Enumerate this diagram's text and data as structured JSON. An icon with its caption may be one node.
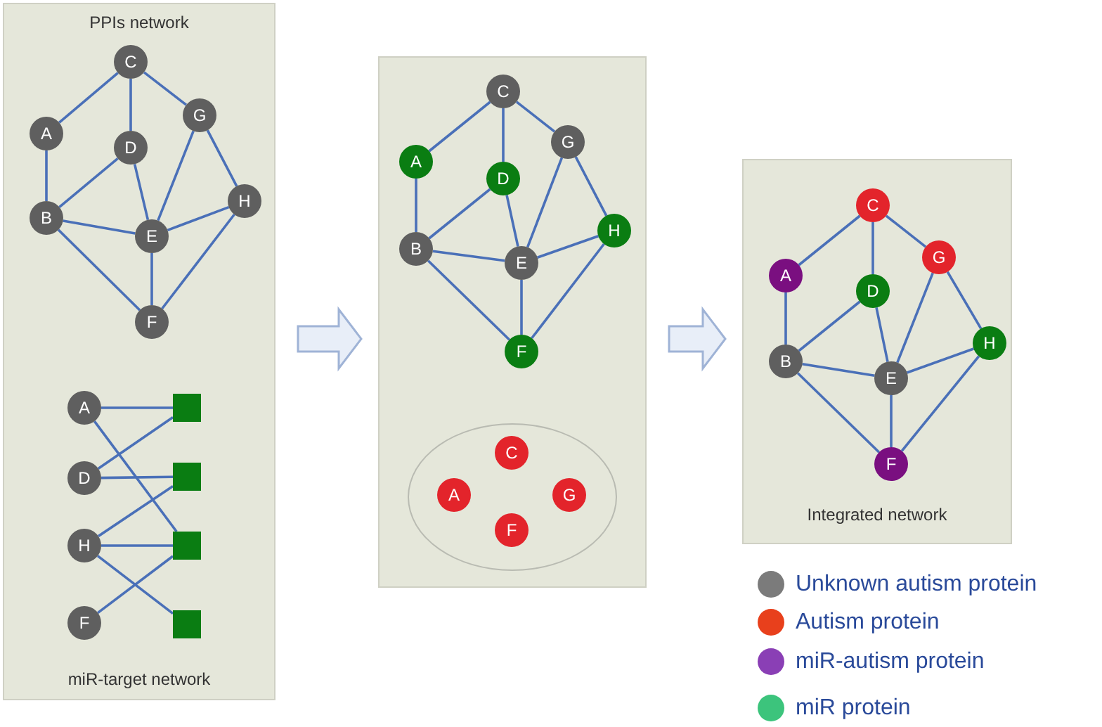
{
  "diagram": {
    "nodes": [
      {
        "text": [
          "PPIs network",
          "miR-target network"
        ]
      },
      {
        "text": [
          "C"
        ],
        "in": 0
      },
      {
        "text": [
          "A"
        ],
        "in": 0
      },
      {
        "text": [
          "D"
        ],
        "in": 0
      },
      {
        "text": [
          "G"
        ],
        "in": 0
      },
      {
        "text": [
          "B"
        ],
        "in": 0
      },
      {
        "text": [
          "E"
        ],
        "in": 0
      },
      {
        "text": [
          "H"
        ],
        "in": 0
      },
      {
        "text": [
          "F"
        ],
        "in": 0
      },
      {
        "text": [
          "A"
        ],
        "in": 0
      },
      {
        "text": [],
        "shape": "box",
        "in": 0
      },
      {
        "text": [
          "D"
        ],
        "in": 0
      },
      {
        "text": [],
        "shape": "box",
        "in": 0
      },
      {
        "text": [
          "H"
        ],
        "in": 0
      },
      {
        "text": [],
        "shape": "box",
        "in": 0
      },
      {
        "text": [
          "F"
        ],
        "in": 0
      },
      {
        "text": [],
        "shape": "box",
        "in": 0
      },
      {
        "text": [],
        "shape": "box"
      },
      {
        "text": [
          "C"
        ],
        "in": 17
      },
      {
        "text": [
          "A"
        ],
        "in": 17
      },
      {
        "text": [
          "D"
        ],
        "in": 17
      },
      {
        "text": [
          "G"
        ],
        "in": 17
      },
      {
        "text": [
          "B"
        ],
        "in": 17
      },
      {
        "text": [
          "E"
        ],
        "in": 17
      },
      {
        "text": [
          "H"
        ],
        "in": 17
      },
      {
        "text": [
          "F"
        ],
        "in": 17
      },
      {
        "text": [],
        "shape": "circle",
        "in": 17
      },
      {
        "text": [
          "C"
        ],
        "in": 26
      },
      {
        "text": [
          "A"
        ],
        "in": 26
      },
      {
        "text": [
          "G"
        ],
        "in": 26
      },
      {
        "text": [
          "F"
        ],
        "in": 26
      },
      {
        "text": [
          "Integrated network"
        ]
      },
      {
        "text": [
          "C"
        ],
        "in": 31
      },
      {
        "text": [
          "A"
        ],
        "in": 31
      },
      {
        "text": [
          "D"
        ],
        "in": 31
      },
      {
        "text": [
          "G"
        ],
        "in": 31
      },
      {
        "text": [
          "B"
        ],
        "in": 31
      },
      {
        "text": [
          "E"
        ],
        "in": 31
      },
      {
        "text": [
          "H"
        ],
        "in": 31
      },
      {
        "text": [
          "F"
        ],
        "in": 31
      }
    ],
    "edges": [
      {
        "from": 1,
        "to": 2,
        "arrow": "none"
      },
      {
        "from": 1,
        "to": 3,
        "arrow": "none"
      },
      {
        "from": 1,
        "to": 4,
        "arrow": "none"
      },
      {
        "from": 2,
        "to": 5,
        "arrow": "none"
      },
      {
        "from": 3,
        "to": 5,
        "arrow": "none"
      },
      {
        "from": 3,
        "to": 6,
        "arrow": "none"
      },
      {
        "from": 4,
        "to": 6,
        "arrow": "none"
      },
      {
        "from": 4,
        "to": 7,
        "arrow": "none"
      },
      {
        "from": 5,
        "to": 6,
        "arrow": "none"
      },
      {
        "from": 6,
        "to": 7,
        "arrow": "none"
      },
      {
        "from": 6,
        "to": 8,
        "arrow": "none"
      },
      {
        "from": 5,
        "to": 8,
        "arrow": "none"
      },
      {
        "from": 7,
        "to": 8,
        "arrow": "none"
      },
      {
        "from": 9,
        "to": 10,
        "arrow": "none"
      },
      {
        "from": 9,
        "to": 14,
        "arrow": "none"
      },
      {
        "from": 11,
        "to": 10,
        "arrow": "none"
      },
      {
        "from": 11,
        "to": 12,
        "arrow": "none"
      },
      {
        "from": 13,
        "to": 12,
        "arrow": "none"
      },
      {
        "from": 13,
        "to": 14,
        "arrow": "none"
      },
      {
        "from": 13,
        "to": 16,
        "arrow": "none"
      },
      {
        "from": 15,
        "to": 14,
        "arrow": "none"
      },
      {
        "from": 18,
        "to": 19,
        "arrow": "none"
      },
      {
        "from": 18,
        "to": 20,
        "arrow": "none"
      },
      {
        "from": 18,
        "to": 21,
        "arrow": "none"
      },
      {
        "from": 19,
        "to": 22,
        "arrow": "none"
      },
      {
        "from": 20,
        "to": 22,
        "arrow": "none"
      },
      {
        "from": 20,
        "to": 23,
        "arrow": "none"
      },
      {
        "from": 21,
        "to": 23,
        "arrow": "none"
      },
      {
        "from": 21,
        "to": 24,
        "arrow": "none"
      },
      {
        "from": 22,
        "to": 23,
        "arrow": "none"
      },
      {
        "from": 23,
        "to": 24,
        "arrow": "none"
      },
      {
        "from": 23,
        "to": 25,
        "arrow": "none"
      },
      {
        "from": 22,
        "to": 25,
        "arrow": "none"
      },
      {
        "from": 24,
        "to": 25,
        "arrow": "none"
      },
      {
        "from": 32,
        "to": 33,
        "arrow": "none"
      },
      {
        "from": 32,
        "to": 34,
        "arrow": "none"
      },
      {
        "from": 32,
        "to": 35,
        "arrow": "none"
      },
      {
        "from": 33,
        "to": 36,
        "arrow": "none"
      },
      {
        "from": 34,
        "to": 36,
        "arrow": "none"
      },
      {
        "from": 34,
        "to": 37,
        "arrow": "none"
      },
      {
        "from": 35,
        "to": 37,
        "arrow": "none"
      },
      {
        "from": 35,
        "to": 38,
        "arrow": "none"
      },
      {
        "from": 36,
        "to": 37,
        "arrow": "none"
      },
      {
        "from": 37,
        "to": 38,
        "arrow": "none"
      },
      {
        "from": 37,
        "to": 39,
        "arrow": "none"
      },
      {
        "from": 36,
        "to": 39,
        "arrow": "none"
      },
      {
        "from": 38,
        "to": 39,
        "arrow": "none"
      },
      {
        "from": 0,
        "to": 17,
        "arrow": "to",
        "style": "thick"
      },
      {
        "from": 17,
        "to": 31,
        "arrow": "to",
        "style": "thick"
      }
    ],
    "legend": [
      {
        "text": "Unknown autism protein",
        "color": "#7b7b7b"
      },
      {
        "text": "Autism protein",
        "color": "#e8401c"
      },
      {
        "text": "miR-autism protein",
        "color": "#8a3fb5"
      },
      {
        "text": "miR protein",
        "color": "#3cc47c"
      }
    ]
  }
}
